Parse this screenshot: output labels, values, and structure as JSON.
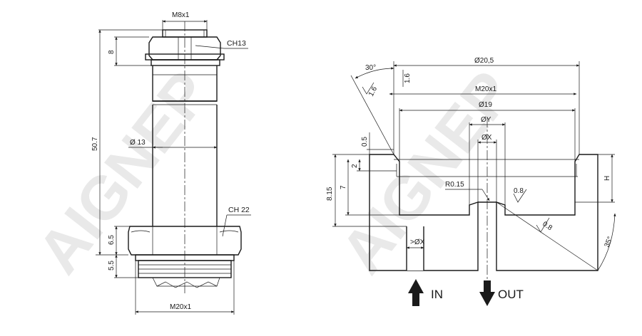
{
  "left_view": {
    "thread_top": "M8x1",
    "nut_top": "CH13",
    "height_nut_top": "8",
    "overall_length": "50.7",
    "stem_diameter": "Ø 13",
    "nut_bottom": "CH 22",
    "height_nut_bottom": "6.5",
    "height_thread": "5.5",
    "thread_bottom": "M20x1"
  },
  "right_view": {
    "chamfer_angle": "30°",
    "bore_outer_diameter": "Ø20,5",
    "bore_thread": "M20x1",
    "bore_diameter": "Ø19",
    "diameter_y": "ØY",
    "diameter_x": "ØX",
    "depth_total": "8.15",
    "depth_thread": "7",
    "depth_chamfer": "2",
    "step_05": "0.5",
    "roughness_top": "1.6",
    "roughness_chamfer": "1.6",
    "roughness_wall": "0.8",
    "roughness_floor": "0.8",
    "radius": "R0.15",
    "depth_h": "H",
    "inlet_diameter": ">ØX",
    "cone_angle": "35°"
  },
  "flow": {
    "in_label": "IN",
    "out_label": "OUT"
  },
  "watermark": {
    "text": "AIGNEP"
  }
}
